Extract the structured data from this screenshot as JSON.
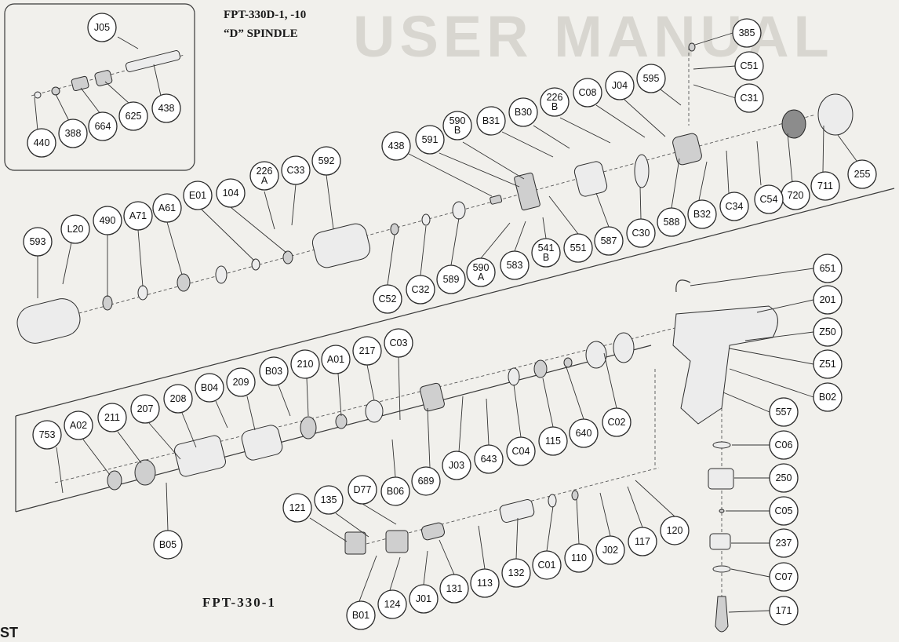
{
  "header": {
    "title_line1": "FPT-330D-1, -10",
    "title_line2": "“D” SPINDLE",
    "watermark": "USER MANUAL"
  },
  "footer": {
    "model_label": "FPT-330-1",
    "edge_text": "ST"
  },
  "callouts": [
    "J05",
    "440",
    "388",
    "664",
    "625",
    "438",
    "593",
    "L20",
    "490",
    "A71",
    "A61",
    "E01",
    "104",
    "226\nA",
    "C33",
    "592",
    "438",
    "591",
    "590\nB",
    "B31",
    "B30",
    "226\nB",
    "C08",
    "J04",
    "595",
    "385",
    "C51",
    "C31",
    "720",
    "711",
    "255",
    "C54",
    "C34",
    "B32",
    "588",
    "C30",
    "587",
    "551",
    "541\nB",
    "583",
    "590\nA",
    "589",
    "C32",
    "C52",
    "651",
    "201",
    "Z50",
    "Z51",
    "B02",
    "557",
    "C06",
    "250",
    "C05",
    "237",
    "C07",
    "171",
    "753",
    "A02",
    "211",
    "207",
    "208",
    "B04",
    "209",
    "B03",
    "210",
    "A01",
    "217",
    "C03",
    "B05",
    "B06",
    "689",
    "J03",
    "643",
    "C04",
    "115",
    "640",
    "C02",
    "121",
    "135",
    "D77",
    "B01",
    "124",
    "J01",
    "131",
    "113",
    "132",
    "C01",
    "110",
    "J02",
    "117",
    "120"
  ]
}
